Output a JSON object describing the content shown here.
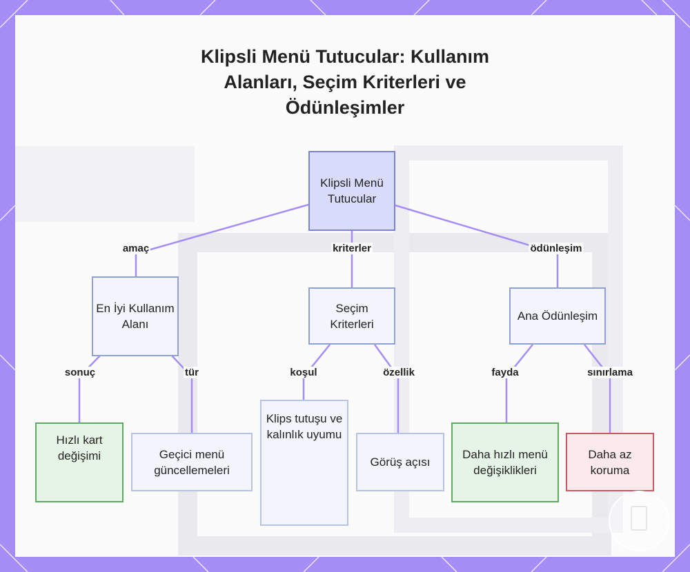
{
  "title": {
    "line1": "Klipsli Menü Tutucular: Kullanım",
    "line2": "Alanları, Seçim Kriterleri ve",
    "line3": "Ödünleşimler"
  },
  "nodes": {
    "root": "Klipsli Menü Tutucular",
    "use_case": "En İyi Kullanım Alanı",
    "criteria": "Seçim Kriterleri",
    "tradeoff": "Ana Ödünleşim",
    "fast_card": "Hızlı kart değişimi",
    "temp_menu": "Geçici menü güncellemeleri",
    "clip_grip": "Klips tutuşu ve kalınlık uyumu",
    "view_angle": "Görüş açısı",
    "faster_changes": "Daha hızlı menü değişiklikleri",
    "less_protection": "Daha az koruma"
  },
  "edges": {
    "purpose": "amaç",
    "criteria": "kriterler",
    "tradeoff": "ödünleşim",
    "result": "sonuç",
    "type": "tür",
    "condition": "koşul",
    "feature": "özellik",
    "benefit": "fayda",
    "limitation": "sınırlama"
  },
  "colors": {
    "frame": "#a48ef5",
    "connector": "#a48ef5",
    "root_fill": "#d9dbfa",
    "benefit_border": "#5eaa62",
    "limitation_border": "#cf5764"
  },
  "icons": {
    "badge": "device-icon"
  }
}
